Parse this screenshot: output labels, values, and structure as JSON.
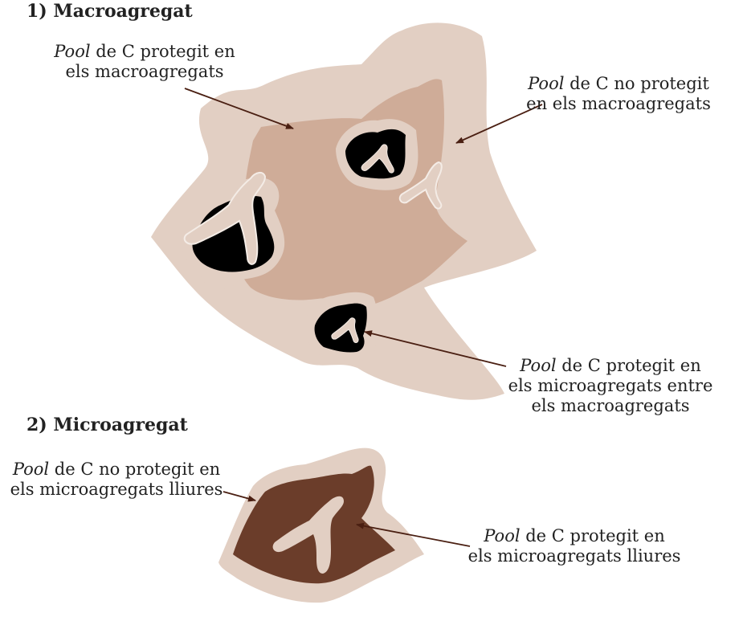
{
  "section1": {
    "title": "1) Macroagregat",
    "label_protected": {
      "italic": "Pool",
      "line1_rest": " de C protegit en",
      "line2": "els macroagregats"
    },
    "label_unprotected": {
      "italic": "Pool",
      "line1_rest": " de C no protegit",
      "line2": "en els macroagregats"
    },
    "label_micro_within": {
      "italic": "Pool",
      "line1_rest": " de C protegit en",
      "line2": "els microagregats entre",
      "line3": "els macroagregats"
    }
  },
  "section2": {
    "title": "2) Microagregat",
    "label_unprotected": {
      "italic": "Pool",
      "line1_rest": " de C no protegit en",
      "line2": "els microagregats lliures"
    },
    "label_protected": {
      "italic": "Pool",
      "line1_rest": " de C protegit en",
      "line2": "els microagregats lliures"
    }
  },
  "colors": {
    "outer_halo": "#e2cfc3",
    "macro_core": "#cfac98",
    "micro_core": "#6b3d2a",
    "pore": "#000000",
    "root": "#e2cfc3",
    "arrow": "#4a1f12"
  }
}
